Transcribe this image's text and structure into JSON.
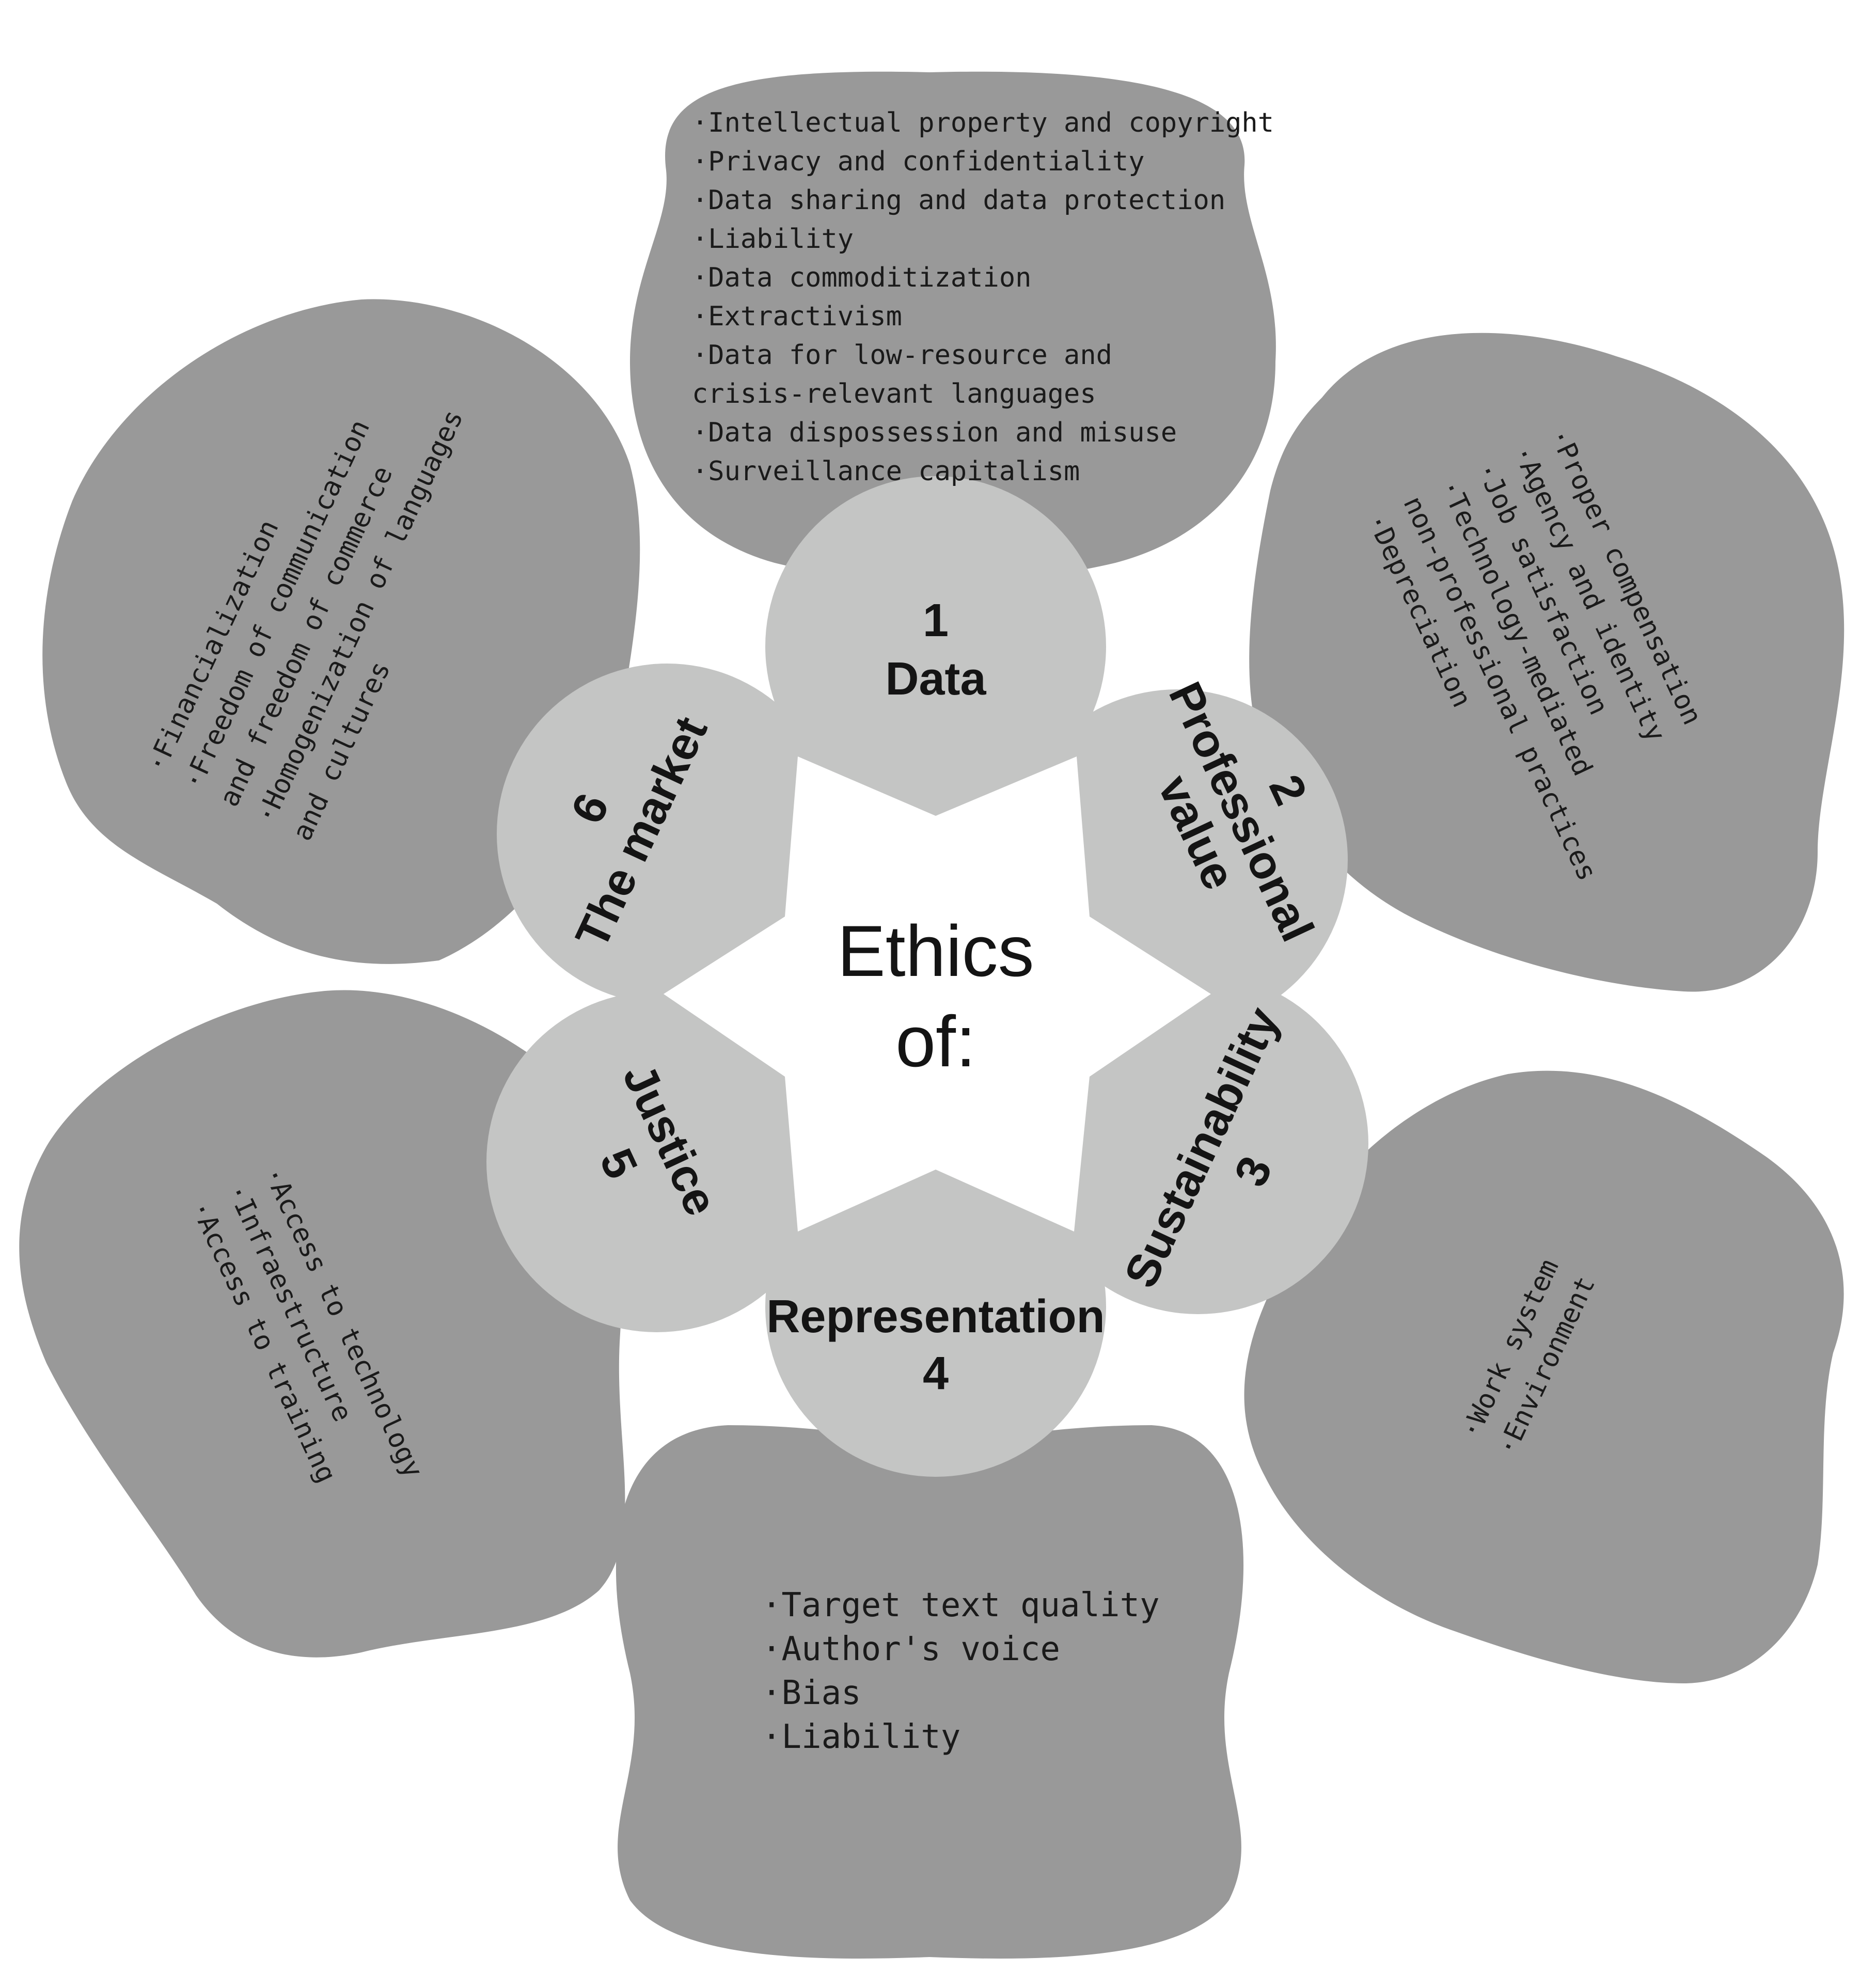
{
  "center_title": [
    "Ethics",
    "of:"
  ],
  "themes": [
    {
      "number": "1",
      "name": "Data",
      "items": [
        "·Intellectual property and copyright",
        "·Privacy and confidentiality",
        "·Data sharing and data protection",
        "·Liability",
        "·Data commoditization",
        "·Extractivism",
        "·Data for low-resource and",
        "crisis-relevant languages",
        "·Data dispossession and misuse",
        "·Surveillance capitalism"
      ]
    },
    {
      "number": "2",
      "name": [
        "Professional",
        "value"
      ],
      "items": [
        "·Proper compensation",
        "·Agency and identity",
        "·Job satisfaction",
        "·Technology-mediated",
        "non-professional practices",
        "·Depreciation"
      ]
    },
    {
      "number": "3",
      "name": "Sustainability",
      "items": [
        "·Work system",
        "·Environment"
      ]
    },
    {
      "number": "4",
      "name": "Representation",
      "items": [
        "·Target text quality",
        "·Author's voice",
        "·Bias",
        "·Liability"
      ]
    },
    {
      "number": "5",
      "name": "Justice",
      "items": [
        "·Access to technology",
        "·Infraestructure",
        "·Access to training"
      ]
    },
    {
      "number": "6",
      "name": "The market",
      "items": [
        "·Financialization",
        "·Freedom of communication",
        "and freedom of commerce",
        "·Homogenization of languages",
        "and cultures"
      ]
    }
  ],
  "colors": {
    "outer_blob": "#999999",
    "inner_circle": "#c4c5c4",
    "center_star": "#ffffff",
    "background": "#ffffff"
  }
}
